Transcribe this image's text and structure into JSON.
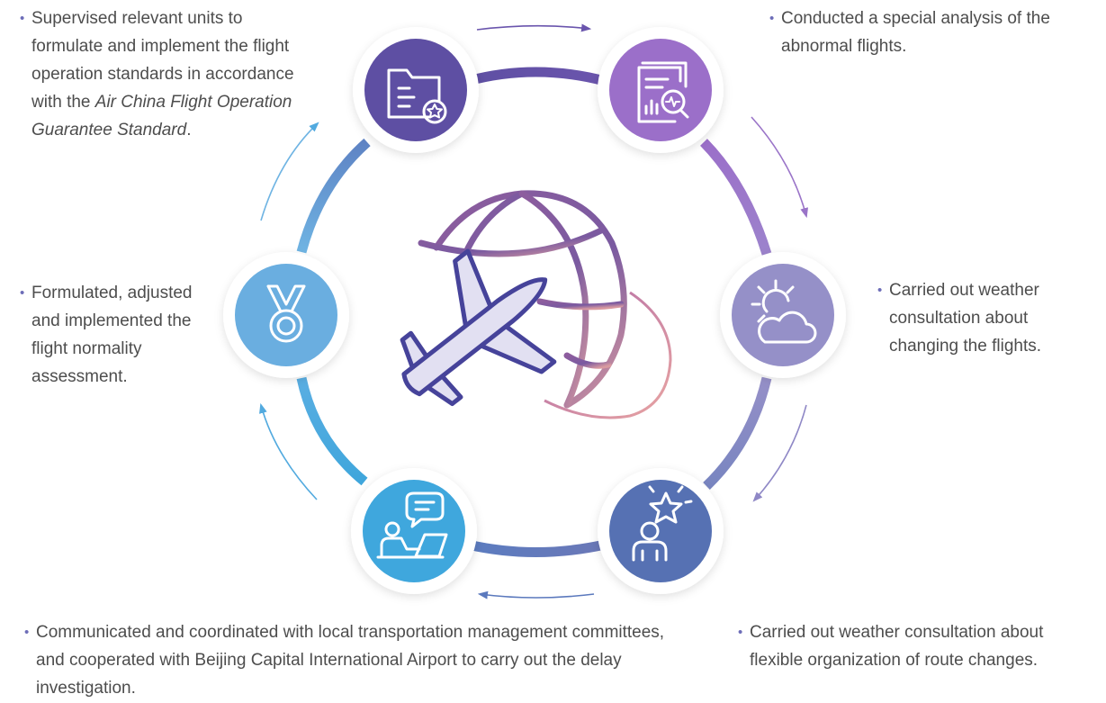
{
  "nodes": [
    {
      "id": "standards",
      "icon": "folder-star-icon",
      "color": "#5e4fa3",
      "text_before": "Supervised relevant units to formulate and implement the flight operation standards in accordance with the ",
      "text_italic": "Air China Flight Operation Guarantee Standard",
      "text_after": "."
    },
    {
      "id": "analysis",
      "icon": "report-analysis-icon",
      "color": "#9b6fc9",
      "text": "Conducted a special analysis of the abnormal flights."
    },
    {
      "id": "weather-change",
      "icon": "sun-cloud-icon",
      "color": "#9590c8",
      "text": "Carried out weather consultation about changing the flights."
    },
    {
      "id": "weather-route",
      "icon": "person-star-icon",
      "color": "#5671b3",
      "text": "Carried out weather consultation about flexible organization of route changes."
    },
    {
      "id": "coordination",
      "icon": "person-laptop-chat-icon",
      "color": "#3fa7dd",
      "text": "Communicated and coordinated with local transportation management committees, and cooperated with Beijing Capital International Airport to carry out the delay investigation."
    },
    {
      "id": "assessment",
      "icon": "medal-icon",
      "color": "#6aaee0",
      "text": "Formulated, adjusted and implemented the flight normality assessment."
    }
  ],
  "center_icon": "airplane-globe-icon",
  "bullet": "•"
}
